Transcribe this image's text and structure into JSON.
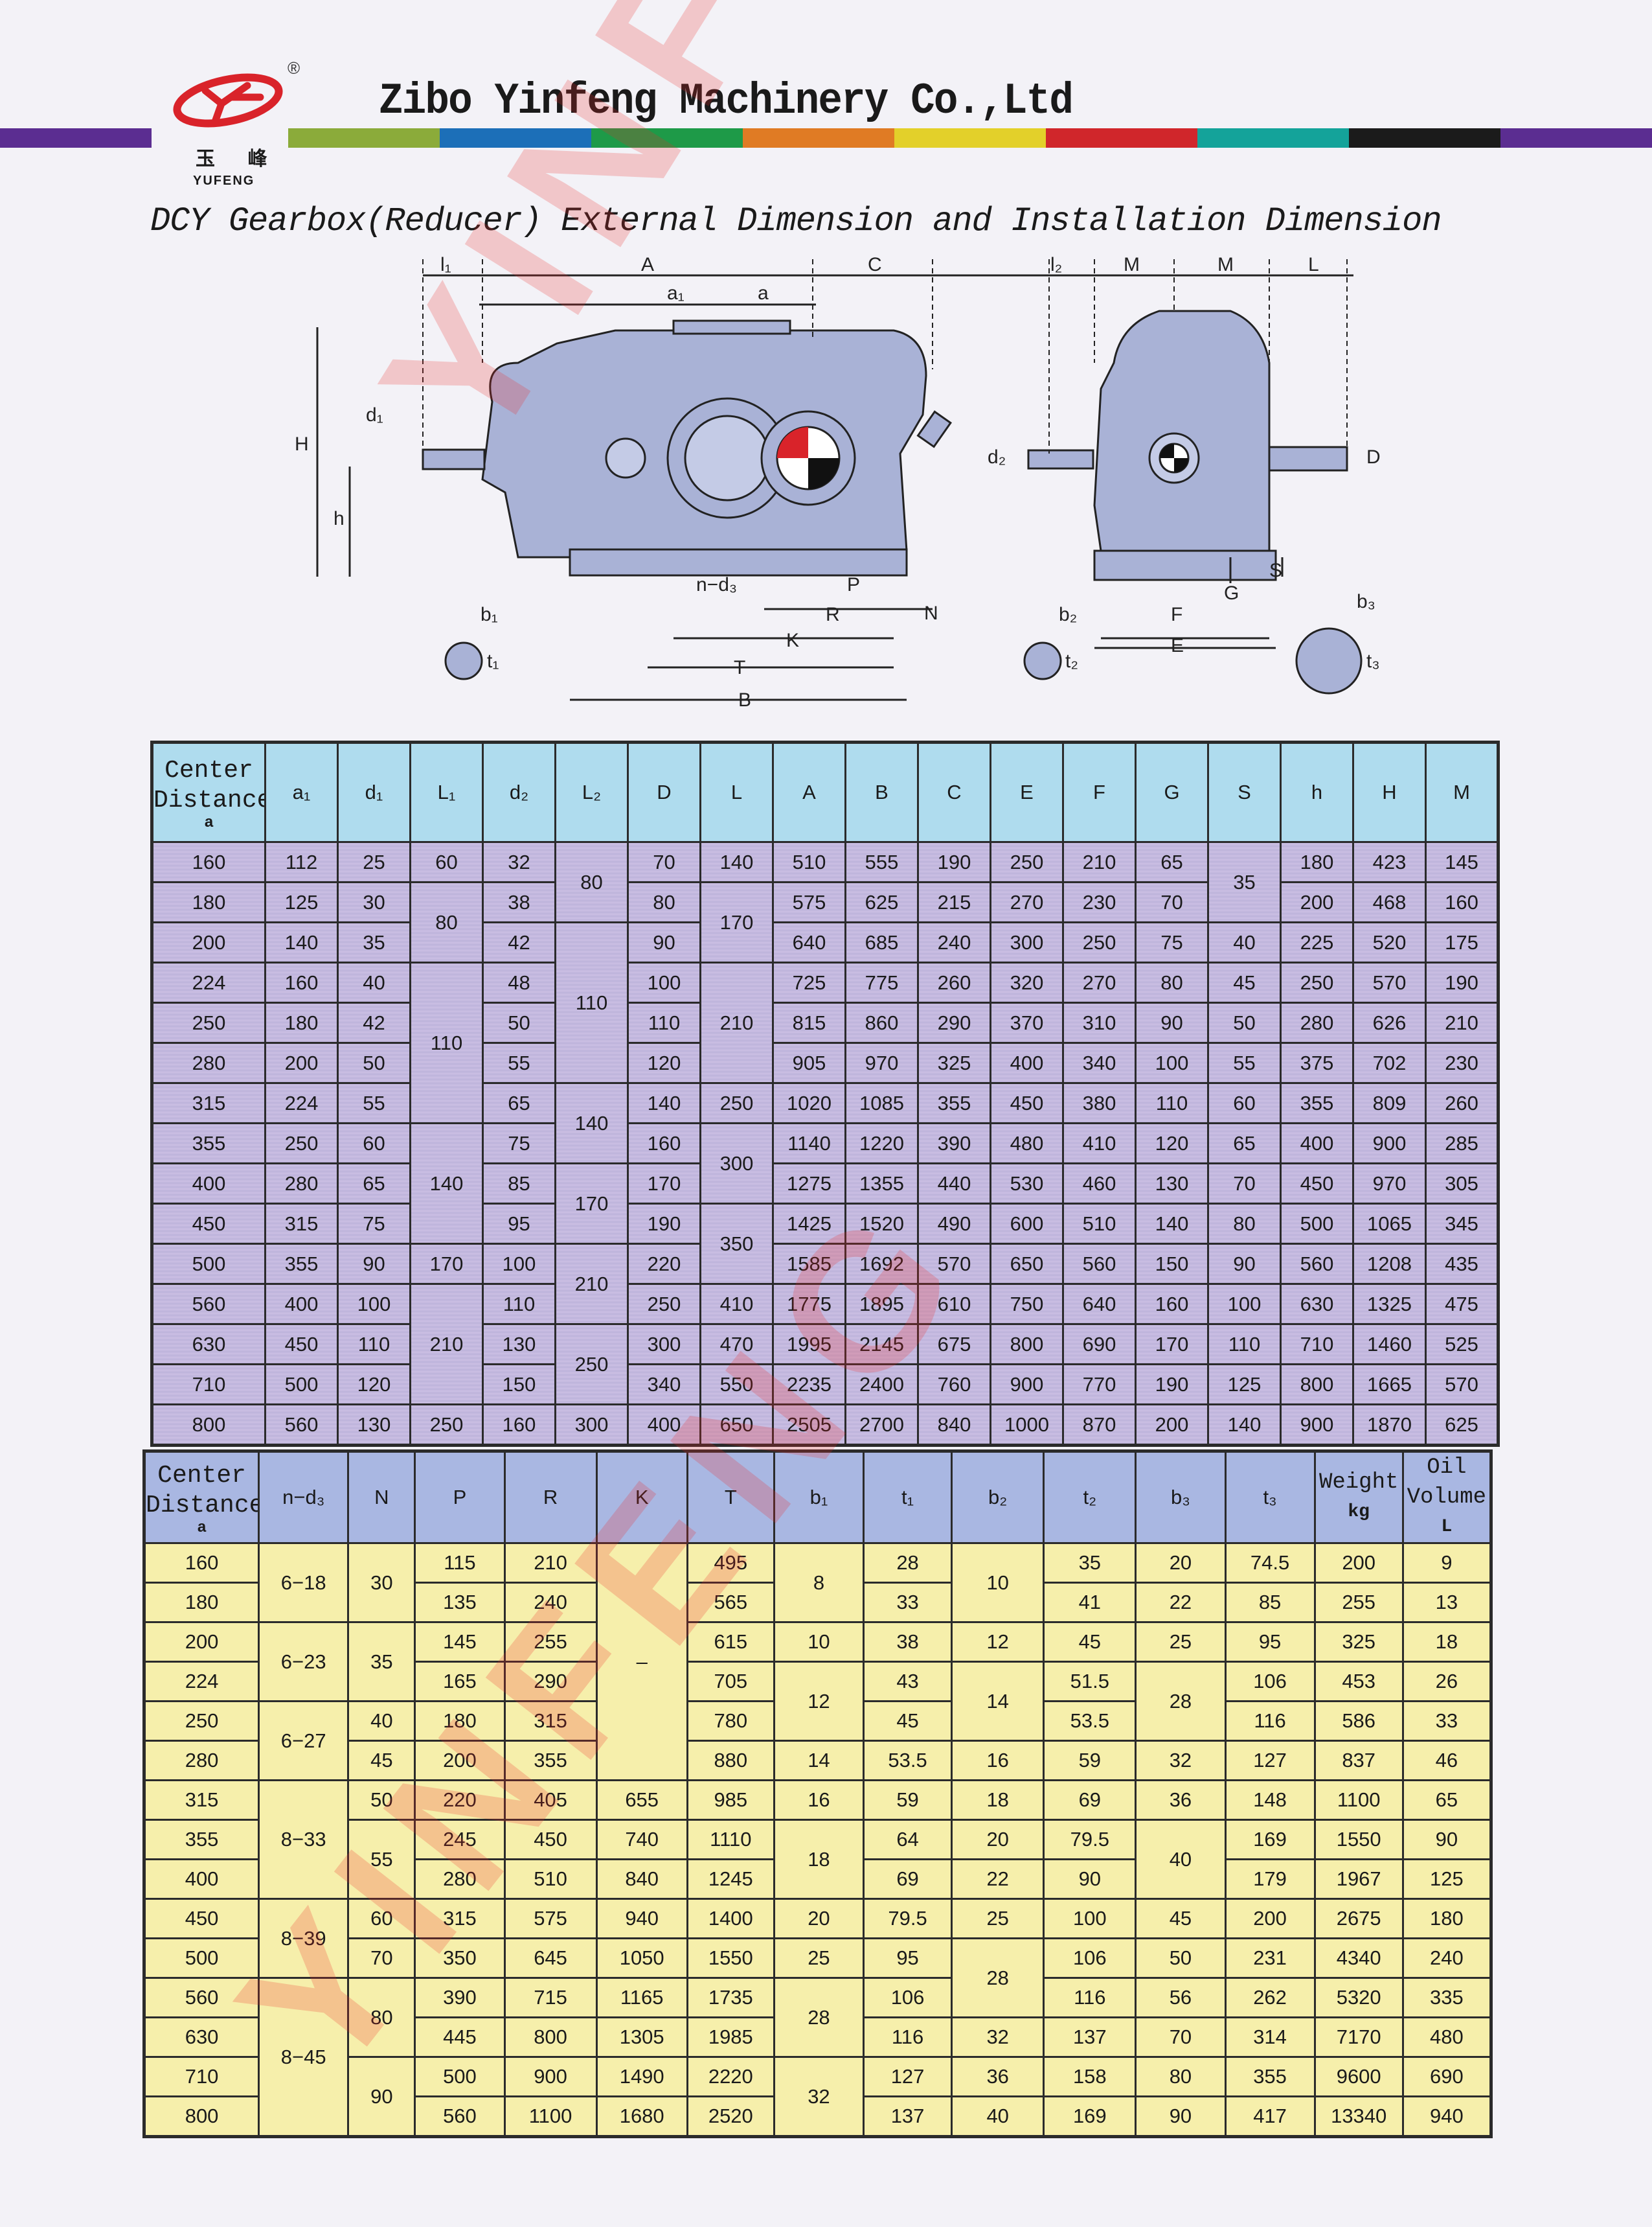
{
  "logo": {
    "brand": "YUFENG",
    "chinese": "玉 峰",
    "registered": "®"
  },
  "header": {
    "company": "Zibo Yinfeng Machinery Co.,Ltd",
    "stripe_colors": [
      "#5b2d91",
      "#f3f2f7",
      "#8bab3a",
      "#1c6fb8",
      "#1e9a48",
      "#e07b24",
      "#e3d02a",
      "#d0262b",
      "#14a39a",
      "#1b1b1b",
      "#5b2d91"
    ]
  },
  "subtitle": "DCY Gearbox(Reducer) External Dimension and Installation Dimension",
  "watermark": "YINFENG",
  "diagram": {
    "labels": {
      "l1": "l₁",
      "A": "A",
      "C": "C",
      "a1": "a₁",
      "a": "a",
      "l2": "l₂",
      "M1": "M",
      "M2": "M",
      "L": "L",
      "H": "H",
      "h": "h",
      "d1": "d₁",
      "d2": "d₂",
      "D": "D",
      "nd3": "n−d₃",
      "P": "P",
      "R": "R",
      "K": "K",
      "T": "T",
      "B": "B",
      "N": "N",
      "b1": "b₁",
      "t1": "t₁",
      "b2": "b₂",
      "t2": "t₂",
      "b3": "b₃",
      "t3": "t₃",
      "F": "F",
      "E": "E",
      "G": "G",
      "S": "S"
    }
  },
  "table1": {
    "headers": [
      {
        "label": "Center Distance",
        "sub": "a"
      },
      {
        "label": "a₁"
      },
      {
        "label": "d₁"
      },
      {
        "label": "L₁"
      },
      {
        "label": "d₂"
      },
      {
        "label": "L₂"
      },
      {
        "label": "D"
      },
      {
        "label": "L"
      },
      {
        "label": "A"
      },
      {
        "label": "B"
      },
      {
        "label": "C"
      },
      {
        "label": "E"
      },
      {
        "label": "F"
      },
      {
        "label": "G"
      },
      {
        "label": "S"
      },
      {
        "label": "h"
      },
      {
        "label": "H"
      },
      {
        "label": "M"
      }
    ],
    "rows": [
      [
        "160",
        "112",
        "25",
        "60",
        "32",
        {
          "t": "80",
          "rs": 2
        },
        "70",
        "140",
        "510",
        "555",
        "190",
        "250",
        "210",
        "65",
        {
          "t": "35",
          "rs": 2
        },
        "180",
        "423",
        "145"
      ],
      [
        "180",
        "125",
        "30",
        {
          "t": "80",
          "rs": 2
        },
        "38",
        "80",
        {
          "t": "170",
          "rs": 2
        },
        "575",
        "625",
        "215",
        "270",
        "230",
        "70",
        "200",
        "468",
        "160"
      ],
      [
        "200",
        "140",
        "35",
        "42",
        {
          "t": "110",
          "rs": 4
        },
        "90",
        "640",
        "685",
        "240",
        "300",
        "250",
        "75",
        "40",
        "225",
        "520",
        "175"
      ],
      [
        "224",
        "160",
        "40",
        {
          "t": "110",
          "rs": 4
        },
        "48",
        "100",
        {
          "t": "210",
          "rs": 3
        },
        "725",
        "775",
        "260",
        "320",
        "270",
        "80",
        "45",
        "250",
        "570",
        "190"
      ],
      [
        "250",
        "180",
        "42",
        "50",
        "110",
        "815",
        "860",
        "290",
        "370",
        "310",
        "90",
        "50",
        "280",
        "626",
        "210"
      ],
      [
        "280",
        "200",
        "50",
        "55",
        "120",
        "905",
        "970",
        "325",
        "400",
        "340",
        "100",
        "55",
        "375",
        "702",
        "230"
      ],
      [
        "315",
        "224",
        "55",
        "65",
        {
          "t": "140",
          "rs": 2
        },
        "140",
        "250",
        "1020",
        "1085",
        "355",
        "450",
        "380",
        "110",
        "60",
        "355",
        "809",
        "260"
      ],
      [
        "355",
        "250",
        "60",
        {
          "t": "140",
          "rs": 3
        },
        "75",
        "160",
        {
          "t": "300",
          "rs": 2
        },
        "1140",
        "1220",
        "390",
        "480",
        "410",
        "120",
        "65",
        "400",
        "900",
        "285"
      ],
      [
        "400",
        "280",
        "65",
        "85",
        {
          "t": "170",
          "rs": 2
        },
        "170",
        "1275",
        "1355",
        "440",
        "530",
        "460",
        "130",
        "70",
        "450",
        "970",
        "305"
      ],
      [
        "450",
        "315",
        "75",
        "95",
        "190",
        {
          "t": "350",
          "rs": 2
        },
        "1425",
        "1520",
        "490",
        "600",
        "510",
        "140",
        "80",
        "500",
        "1065",
        "345"
      ],
      [
        "500",
        "355",
        "90",
        "170",
        "100",
        {
          "t": "210",
          "rs": 2
        },
        "220",
        "1585",
        "1692",
        "570",
        "650",
        "560",
        "150",
        "90",
        "560",
        "1208",
        "435"
      ],
      [
        "560",
        "400",
        "100",
        {
          "t": "210",
          "rs": 3
        },
        "110",
        "250",
        "410",
        "1775",
        "1895",
        "610",
        "750",
        "640",
        "160",
        "100",
        "630",
        "1325",
        "475"
      ],
      [
        "630",
        "450",
        "110",
        "130",
        {
          "t": "250",
          "rs": 2
        },
        "300",
        "470",
        "1995",
        "2145",
        "675",
        "800",
        "690",
        "170",
        "110",
        "710",
        "1460",
        "525"
      ],
      [
        "710",
        "500",
        "120",
        "150",
        "340",
        "550",
        "2235",
        "2400",
        "760",
        "900",
        "770",
        "190",
        "125",
        "800",
        "1665",
        "570"
      ],
      [
        "800",
        "560",
        "130",
        "250",
        "160",
        "300",
        "400",
        "650",
        "2505",
        "2700",
        "840",
        "1000",
        "870",
        "200",
        "140",
        "900",
        "1870",
        "625"
      ]
    ]
  },
  "table2": {
    "headers": [
      {
        "label": "Center Distance",
        "sub": "a"
      },
      {
        "label": "n−d₃"
      },
      {
        "label": "N"
      },
      {
        "label": "P"
      },
      {
        "label": "R"
      },
      {
        "label": "K"
      },
      {
        "label": "T"
      },
      {
        "label": "b₁"
      },
      {
        "label": "t₁"
      },
      {
        "label": "b₂"
      },
      {
        "label": "t₂"
      },
      {
        "label": "b₃"
      },
      {
        "label": "t₃"
      },
      {
        "label": "Weight",
        "unit": "kg"
      },
      {
        "label": "Oil Volume",
        "unit": "L"
      }
    ],
    "rows": [
      [
        "160",
        {
          "t": "6−18",
          "rs": 2
        },
        {
          "t": "30",
          "rs": 2
        },
        "115",
        "210",
        {
          "t": "–",
          "rs": 6
        },
        "495",
        {
          "t": "8",
          "rs": 2
        },
        "28",
        {
          "t": "10",
          "rs": 2
        },
        "35",
        "20",
        "74.5",
        "200",
        "9"
      ],
      [
        "180",
        "135",
        "240",
        "565",
        "33",
        "41",
        "22",
        "85",
        "255",
        "13"
      ],
      [
        "200",
        {
          "t": "6−23",
          "rs": 2
        },
        {
          "t": "35",
          "rs": 2
        },
        "145",
        "255",
        "615",
        "10",
        "38",
        "12",
        "45",
        "25",
        "95",
        "325",
        "18"
      ],
      [
        "224",
        "165",
        "290",
        "705",
        {
          "t": "12",
          "rs": 2
        },
        "43",
        {
          "t": "14",
          "rs": 2
        },
        "51.5",
        {
          "t": "28",
          "rs": 2
        },
        "106",
        "453",
        "26"
      ],
      [
        "250",
        {
          "t": "6−27",
          "rs": 2
        },
        "40",
        "180",
        "315",
        "780",
        "45",
        "53.5",
        "116",
        "586",
        "33"
      ],
      [
        "280",
        "45",
        "200",
        "355",
        "880",
        "14",
        "53.5",
        "16",
        "59",
        "32",
        "127",
        "837",
        "46"
      ],
      [
        "315",
        {
          "t": "8−33",
          "rs": 3
        },
        "50",
        "220",
        "405",
        "655",
        "985",
        "16",
        "59",
        "18",
        "69",
        "36",
        "148",
        "1100",
        "65"
      ],
      [
        "355",
        {
          "t": "55",
          "rs": 2
        },
        "245",
        "450",
        "740",
        "1110",
        {
          "t": "18",
          "rs": 2
        },
        "64",
        "20",
        "79.5",
        {
          "t": "40",
          "rs": 2
        },
        "169",
        "1550",
        "90"
      ],
      [
        "400",
        "280",
        "510",
        "840",
        "1245",
        "69",
        "22",
        "90",
        "179",
        "1967",
        "125"
      ],
      [
        "450",
        {
          "t": "8−39",
          "rs": 2
        },
        "60",
        "315",
        "575",
        "940",
        "1400",
        "20",
        "79.5",
        "25",
        "100",
        "45",
        "200",
        "2675",
        "180"
      ],
      [
        "500",
        "70",
        "350",
        "645",
        "1050",
        "1550",
        "25",
        "95",
        {
          "t": "28",
          "rs": 2
        },
        "106",
        "50",
        "231",
        "4340",
        "240"
      ],
      [
        "560",
        {
          "t": "8−45",
          "rs": 4
        },
        {
          "t": "80",
          "rs": 2
        },
        "390",
        "715",
        "1165",
        "1735",
        {
          "t": "28",
          "rs": 2
        },
        "106",
        "116",
        "56",
        "262",
        "5320",
        "335"
      ],
      [
        "630",
        "445",
        "800",
        "1305",
        "1985",
        "116",
        "32",
        "137",
        "70",
        "314",
        "7170",
        "480"
      ],
      [
        "710",
        {
          "t": "90",
          "rs": 2
        },
        "500",
        "900",
        "1490",
        "2220",
        {
          "t": "32",
          "rs": 2
        },
        "127",
        "36",
        "158",
        "80",
        "355",
        "9600",
        "690"
      ],
      [
        "800",
        "560",
        "1100",
        "1680",
        "2520",
        "137",
        "40",
        "169",
        "90",
        "417",
        "13340",
        "940"
      ]
    ]
  }
}
